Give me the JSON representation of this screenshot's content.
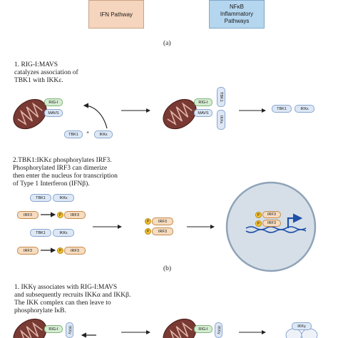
{
  "top_boxes": {
    "ifn": "IFN Pathway",
    "nfkb_line1": "NFκB",
    "nfkb_line2": "Inflammatory",
    "nfkb_line3": "Pathways"
  },
  "captions": {
    "a": "(a)",
    "b": "(b)"
  },
  "step1": {
    "line1": "1. RIG-I:MAVS",
    "line2": "catalyzes association of",
    "line3": "TBK1 with IKKε.",
    "rigi": "RIG-I",
    "mavs": "MAVS",
    "tbk1": "TBK1",
    "ikke": "IKKε",
    "plus": "+"
  },
  "step2": {
    "line1": "2.TBK1:IKKε phosphorylates IRF3.",
    "line2": "Phosphorylated IRF3 can dimerize",
    "line3": "then enter the nucleus for transcription",
    "line4": "of Type 1 Interferon (IFNβ).",
    "tbk1": "TBK1",
    "ikke": "IKKε",
    "irf3": "IRF3",
    "p": "P"
  },
  "step3": {
    "line1": "1. IKKγ associates with RIG-I:MAVS",
    "line2": "and subsequently recruits IKKα and IKKβ.",
    "line3": "The IKK complex can then leave to",
    "line4": "phosphorylate IκB.",
    "rigi": "RIG-I",
    "ikkg": "IKKγ",
    "ikky": "IKKγ"
  },
  "colors": {
    "mito": "#7a3a34",
    "mito_dark": "#5a2622",
    "nucleus": "#d6dfe8",
    "dna": "#1f4fa8",
    "arrow_tx": "#1f4fa8"
  }
}
